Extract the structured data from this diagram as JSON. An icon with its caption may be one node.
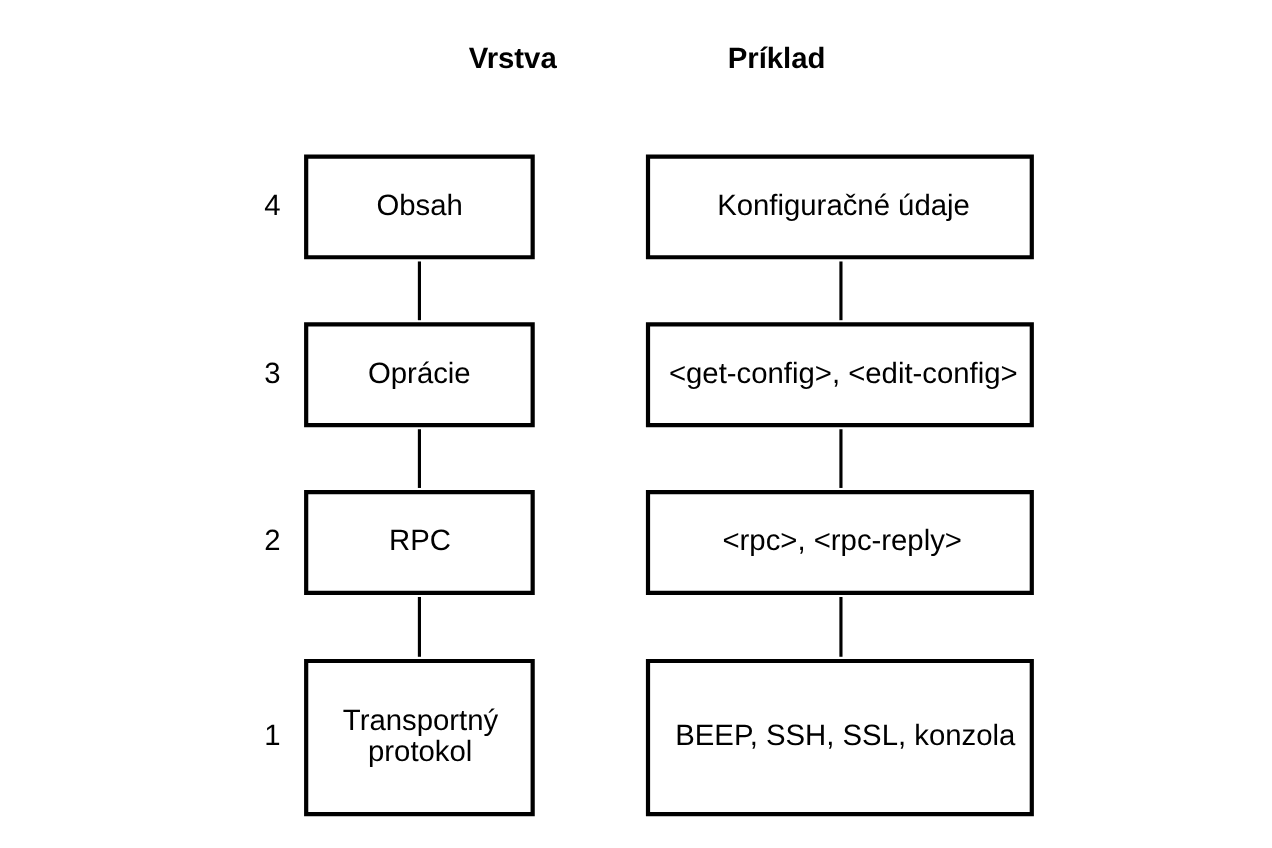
{
  "diagram": {
    "nodes": [
      {
        "text": [
          "Obsah"
        ],
        "beside": [
          "4"
        ]
      },
      {
        "text": [
          "Oprácie"
        ],
        "beside": [
          "3"
        ]
      },
      {
        "text": [
          "RPC"
        ],
        "beside": [
          "2"
        ]
      },
      {
        "text": [
          "Transportný protokol"
        ],
        "beside": [
          "1"
        ]
      },
      {
        "text": [
          "Konfiguračné údaje"
        ]
      },
      {
        "text": [
          "<get-config>, <edit-config>"
        ]
      },
      {
        "text": [
          "<rpc>, <rpc-reply>"
        ]
      },
      {
        "text": [
          "BEEP, SSH, SSL, konzola"
        ]
      }
    ],
    "edges": [
      {
        "from": 0,
        "to": 1,
        "arrow": "none"
      },
      {
        "from": 1,
        "to": 2,
        "arrow": "none"
      },
      {
        "from": 2,
        "to": 3,
        "arrow": "none"
      },
      {
        "from": 4,
        "to": 5,
        "arrow": "none"
      },
      {
        "from": 5,
        "to": 6,
        "arrow": "none"
      },
      {
        "from": 6,
        "to": 7,
        "arrow": "none"
      }
    ],
    "labels": [
      "Vrstva",
      "Príklad"
    ]
  }
}
